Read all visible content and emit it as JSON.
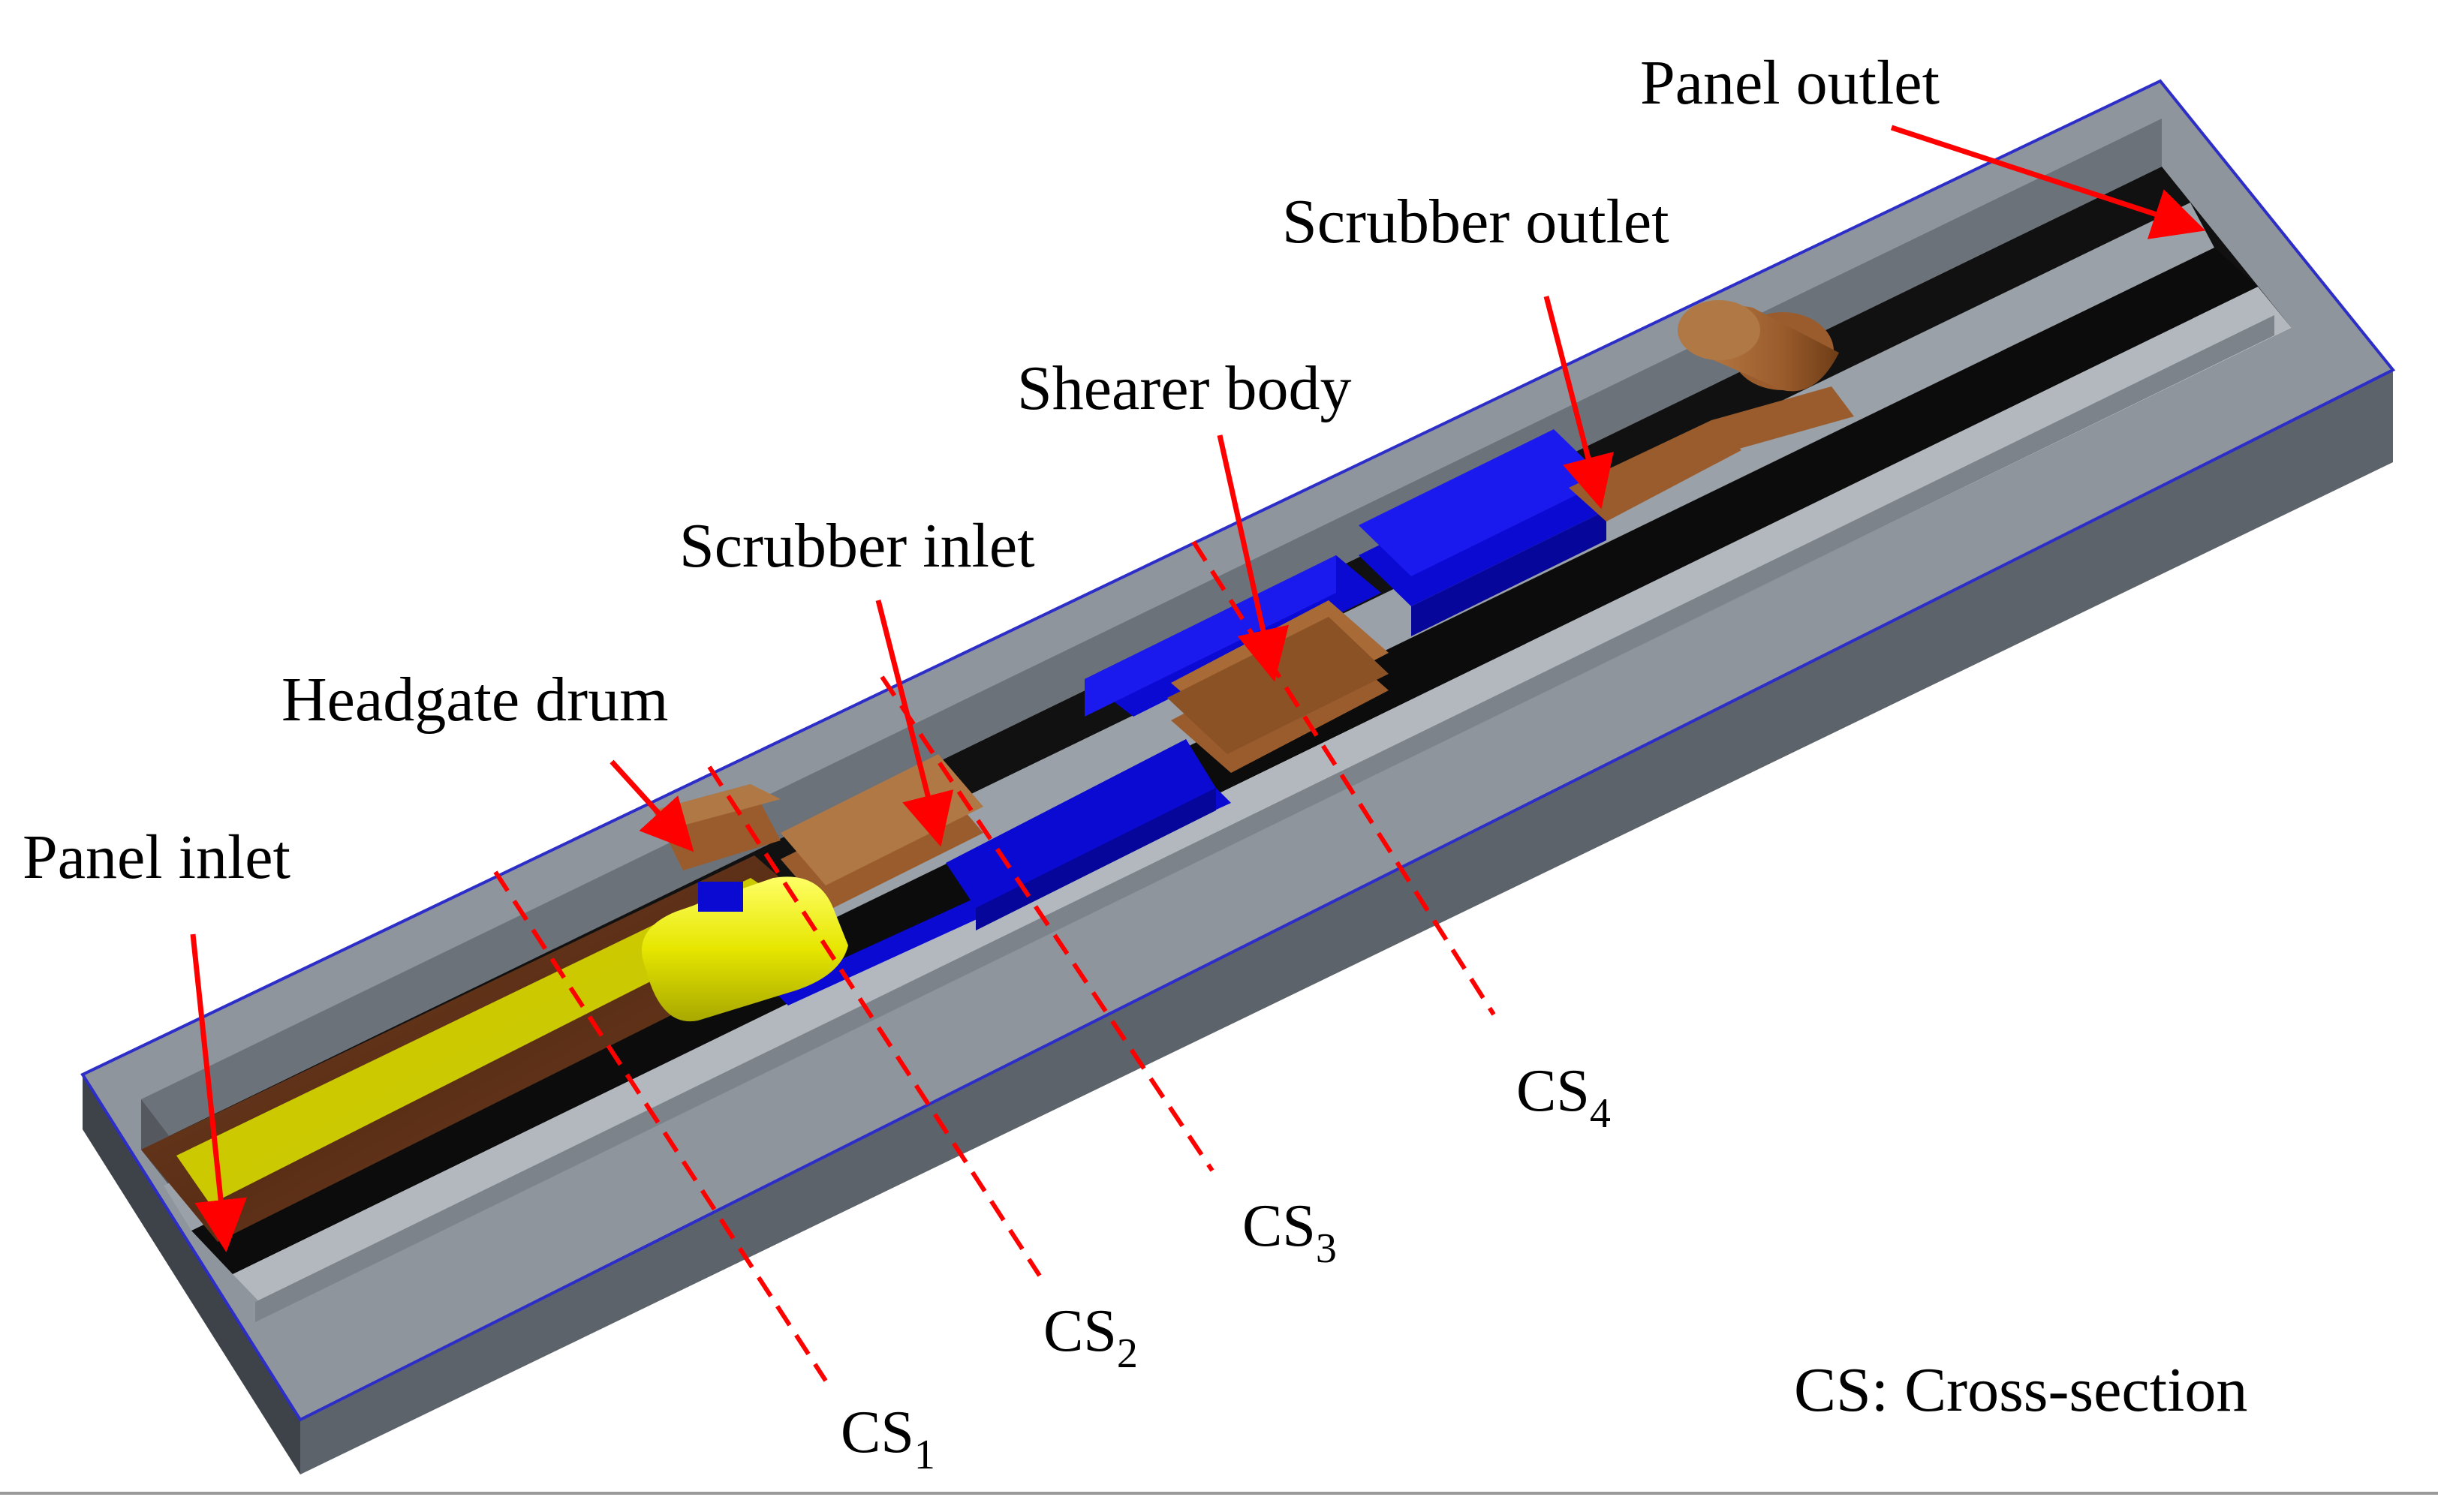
{
  "labels": {
    "panel_outlet": "Panel outlet",
    "scrubber_outlet": "Scrubber outlet",
    "shearer_body": "Shearer body",
    "scrubber_inlet": "Scrubber inlet",
    "headgate_drum": "Headgate drum",
    "panel_inlet": "Panel inlet",
    "legend": "CS: Cross-section"
  },
  "cross_sections": [
    {
      "base": "CS",
      "sub": "1"
    },
    {
      "base": "CS",
      "sub": "2"
    },
    {
      "base": "CS",
      "sub": "3"
    },
    {
      "base": "CS",
      "sub": "4"
    }
  ],
  "colors": {
    "arrow": "#ff0000",
    "dashed_line": "#ff0000",
    "frame_top": "#8f959c",
    "frame_front": "#5d636a",
    "frame_side": "#3e4349",
    "frame_edge": "#2d2dc8",
    "floor": "#0c0c0c",
    "shearer_blue": "#0a0ad2",
    "shearer_brown": "#9a5c2c",
    "drum_yellow": "#e6e600",
    "inlet_yellow": "#d2d200",
    "coal_brown": "#6b3a1e"
  }
}
